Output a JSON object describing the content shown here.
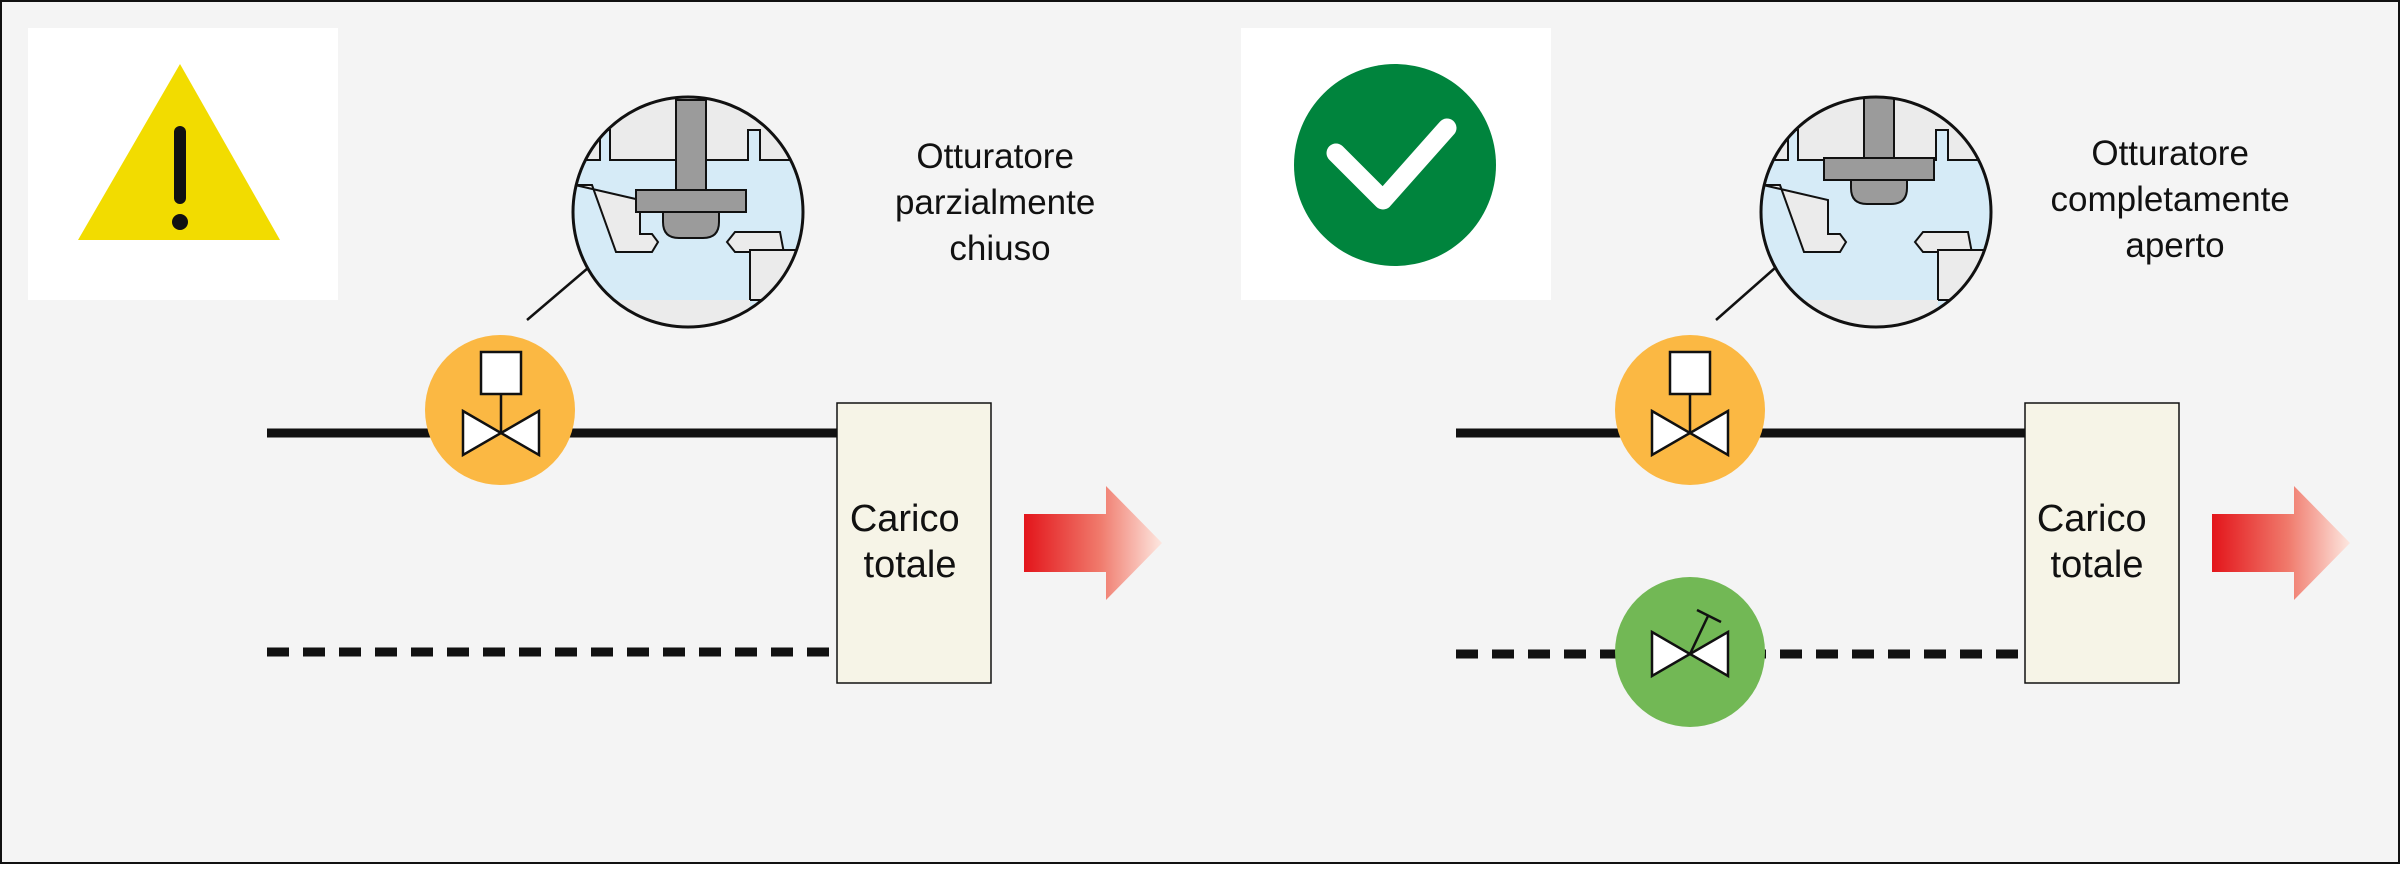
{
  "colors": {
    "background": "#f4f4f4",
    "frame": "#111111",
    "warning_yellow": "#f2dc00",
    "success_green": "#00843d",
    "valve_orange": "#fbb843",
    "valve_green": "#72b855",
    "fluid_blue": "#d6ebf7",
    "load_box": "#f6f4e7",
    "arrow_red": "#e3151b"
  },
  "panels": [
    {
      "status_icon": "warning-triangle-icon",
      "caption_lines": [
        "Otturatore",
        "parzialmente",
        "chiuso"
      ],
      "load_lines": [
        "Carico",
        "totale"
      ],
      "plug_state": "partially-closed",
      "bypass_valve": "none"
    },
    {
      "status_icon": "check-circle-icon",
      "caption_lines": [
        "Otturatore",
        "completamente",
        "aperto"
      ],
      "load_lines": [
        "Carico",
        "totale"
      ],
      "plug_state": "fully-open",
      "bypass_valve": "manual-valve"
    }
  ]
}
